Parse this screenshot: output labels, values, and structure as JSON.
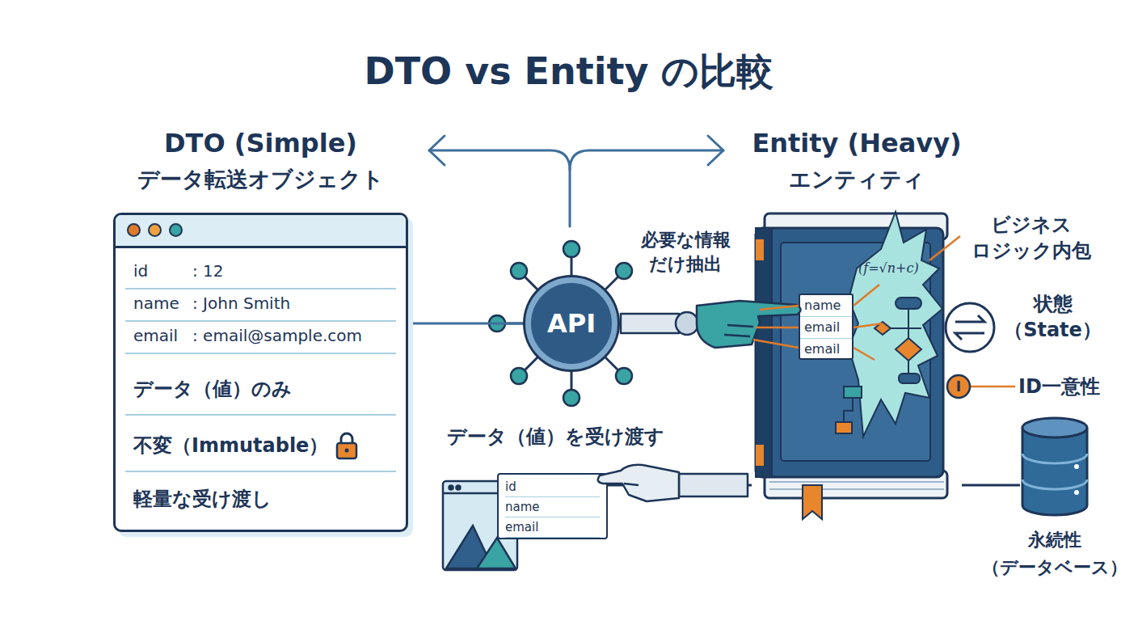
{
  "diagram": {
    "title": "DTO vs Entity の比較",
    "nodes": [
      {
        "text": [
          "DTO (Simple)",
          "データ転送オブジェクト",
          "id",
          ": 12",
          "name",
          ": John Smith",
          "email",
          ": email@sample.com",
          "データ（値）のみ",
          "不変（Immutable）",
          "軽量な受け渡し"
        ]
      },
      {
        "text": [
          "API"
        ]
      },
      {
        "text": [
          "Entity (Heavy)",
          "エンティティ"
        ]
      },
      {
        "text": [
          "name",
          "email",
          "email"
        ],
        "in": 2
      },
      {
        "text": [
          "id",
          "name",
          "email"
        ]
      },
      {
        "text": [
          "永続性 （データベース）"
        ]
      }
    ],
    "edges": [
      {
        "from": 0,
        "to": 1,
        "arrow": "none"
      },
      {
        "from": 4,
        "to": 2,
        "arrow": "none"
      },
      {
        "from": 2,
        "to": 5,
        "arrow": "none"
      }
    ],
    "labels": [
      "必要な情報 だけ抽出",
      "ビジネス ロジック内包",
      "(f=√n+c)",
      "状態 （State）",
      "I",
      "ID一意性",
      "データ（値）を受け渡す"
    ]
  }
}
